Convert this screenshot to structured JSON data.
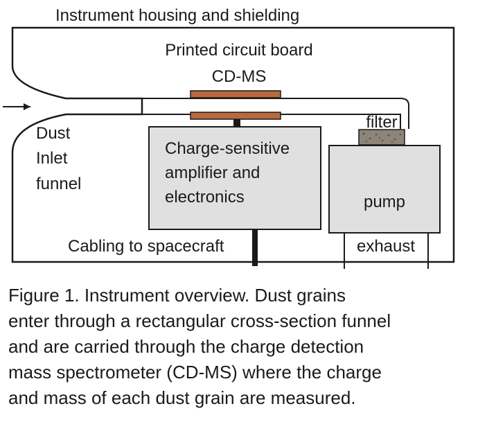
{
  "diagram": {
    "labels": {
      "housing": "Instrument housing and shielding",
      "pcb": "Printed circuit board",
      "cdms": "CD-MS",
      "filter": "filter",
      "dust_inlet": [
        "Dust",
        "Inlet",
        "funnel"
      ],
      "amplifier": [
        "Charge-sensitive",
        "amplifier and",
        "electronics"
      ],
      "pump": "pump",
      "cabling": "Cabling to spacecraft",
      "exhaust": "exhaust"
    },
    "colors": {
      "line": "#1a1a1a",
      "electronics_fill": "#e0e0e0",
      "pump_fill": "#e0e0e0",
      "pcb_fill": "#b86a3e",
      "filter_fill": "#8e857a"
    }
  },
  "caption": [
    "Figure 1.  Instrument overview.  Dust grains",
    "enter through a rectangular cross-section funnel",
    "and are carried through the charge detection",
    "mass spectrometer (CD-MS) where the charge",
    "and mass of each dust grain are measured."
  ]
}
